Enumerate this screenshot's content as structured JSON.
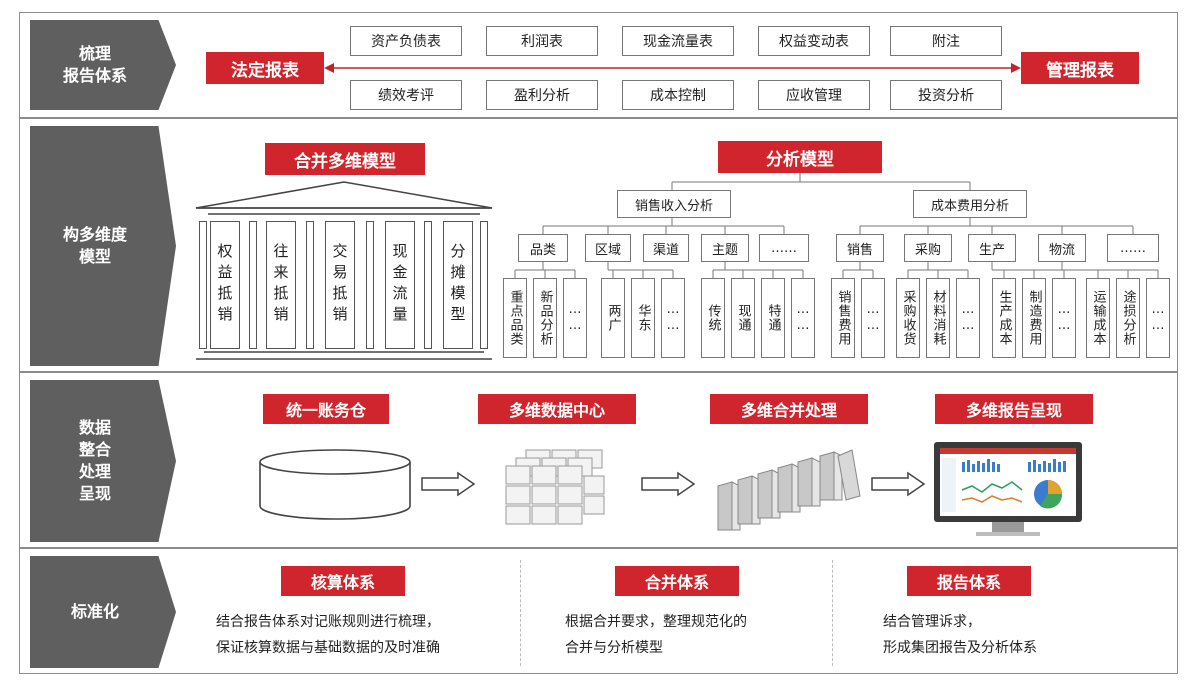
{
  "rows": {
    "r1": "梳理\n报告体系",
    "r2": "构多维度\n模型",
    "r3": "数据\n整合\n处理\n呈现",
    "r4": "标准化"
  },
  "row1": {
    "left": "法定报表",
    "right": "管理报表",
    "top": [
      "资产负债表",
      "利润表",
      "现金流量表",
      "权益变动表",
      "附注"
    ],
    "bottom": [
      "绩效考评",
      "盈利分析",
      "成本控制",
      "应收管理",
      "投资分析"
    ]
  },
  "row2": {
    "merge_title": "合并多维模型",
    "pillars": [
      "权益抵销",
      "往来抵销",
      "交易抵销",
      "现金流量",
      "分摊模型"
    ],
    "analysis_title": "分析模型",
    "sales": "销售收入分析",
    "cost": "成本费用分析",
    "sales_groups": [
      "品类",
      "区域",
      "渠道",
      "主题",
      "……"
    ],
    "cost_groups": [
      "销售",
      "采购",
      "生产",
      "物流",
      "……"
    ],
    "leaves": {
      "g1": [
        "重点品类",
        "新品分析",
        "……"
      ],
      "g2": [
        "两广",
        "华东",
        "……"
      ],
      "g3": [
        "传统",
        "现通",
        "特通",
        "……"
      ],
      "g4": [
        "销售费用",
        "……"
      ],
      "g5": [
        "采购收货",
        "材料消耗",
        "……"
      ],
      "g6": [
        "生产成本",
        "制造费用",
        "……"
      ],
      "g7": [
        "运输成本",
        "途损分析",
        "……"
      ]
    }
  },
  "row3": {
    "steps": [
      "统一账务仓",
      "多维数据中心",
      "多维合并处理",
      "多维报告呈现"
    ]
  },
  "row4": {
    "cols": [
      {
        "title": "核算体系",
        "l1": "结合报告体系对记账规则进行梳理，",
        "l2": "保证核算数据与基础数据的及时准确"
      },
      {
        "title": "合并体系",
        "l1": "根据合并要求，整理规范化的",
        "l2": "合并与分析模型"
      },
      {
        "title": "报告体系",
        "l1": "结合管理诉求，",
        "l2": "形成集团报告及分析体系"
      }
    ]
  },
  "colors": {
    "red": "#d0252c",
    "gray": "#5f5f5f"
  }
}
